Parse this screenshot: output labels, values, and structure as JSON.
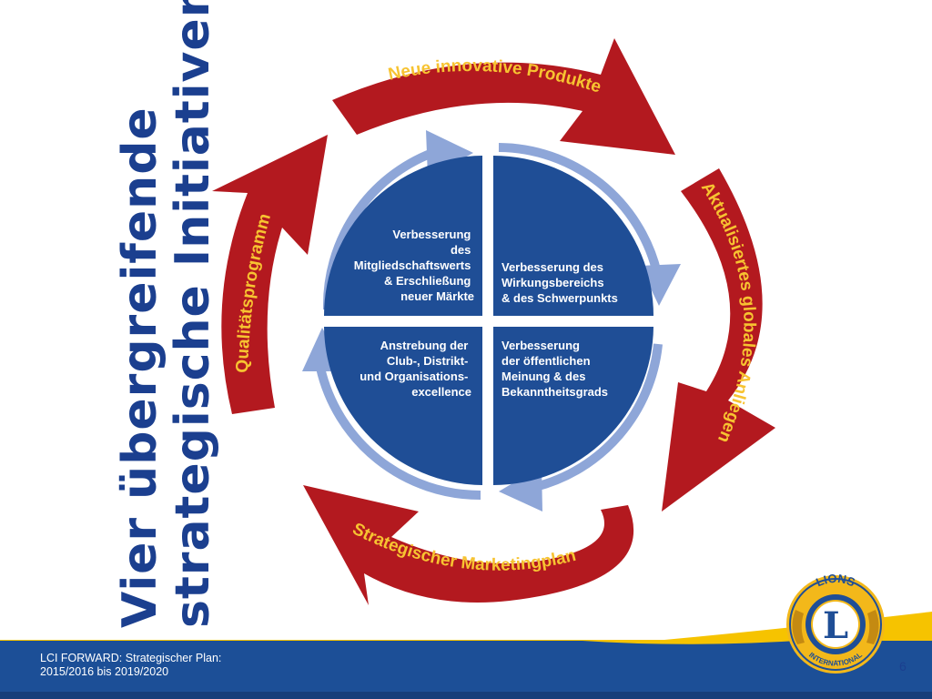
{
  "title": {
    "line1": "Vier übergreifende",
    "line2": "strategische Initiativen"
  },
  "quadrants": {
    "top_left": [
      "Verbesserung",
      "des",
      "Mitgliedschaftswerts",
      "& Erschließung",
      "neuer Märkte"
    ],
    "top_right": [
      "Verbesserung des",
      "Wirkungsbereichs",
      "& des Schwerpunkts"
    ],
    "bottom_left": [
      "Anstrebung der",
      "Club-, Distrikt-",
      "und Organisations-",
      "excellence"
    ],
    "bottom_right": [
      "Verbesserung",
      "der öffentlichen",
      "Meinung & des",
      "Bekanntheitsgrads"
    ]
  },
  "arrows": {
    "top": "Neue innovative Produkte",
    "right": "Aktualisiertes globales Anliegen",
    "bottom": "Strategischer Marketingplan",
    "left": "Qualitätsprogramm"
  },
  "logo": {
    "top_text": "LIONS",
    "bottom_text": "INTERNATIONAL",
    "letter": "L"
  },
  "footer": {
    "line1": "LCI FORWARD: Strategischer Plan:",
    "line2": "2015/2016 bis 2019/2020"
  },
  "page_number": "6",
  "colors": {
    "title_blue": "#1b3f8f",
    "quadrant_blue": "#1f4e96",
    "inner_arrow": "#8ea6d8",
    "outer_arrow": "#b3191f",
    "outer_arrow_text": "#f7c331",
    "footer_blue": "#1c4f97",
    "footer_yellow": "#f6c300"
  }
}
